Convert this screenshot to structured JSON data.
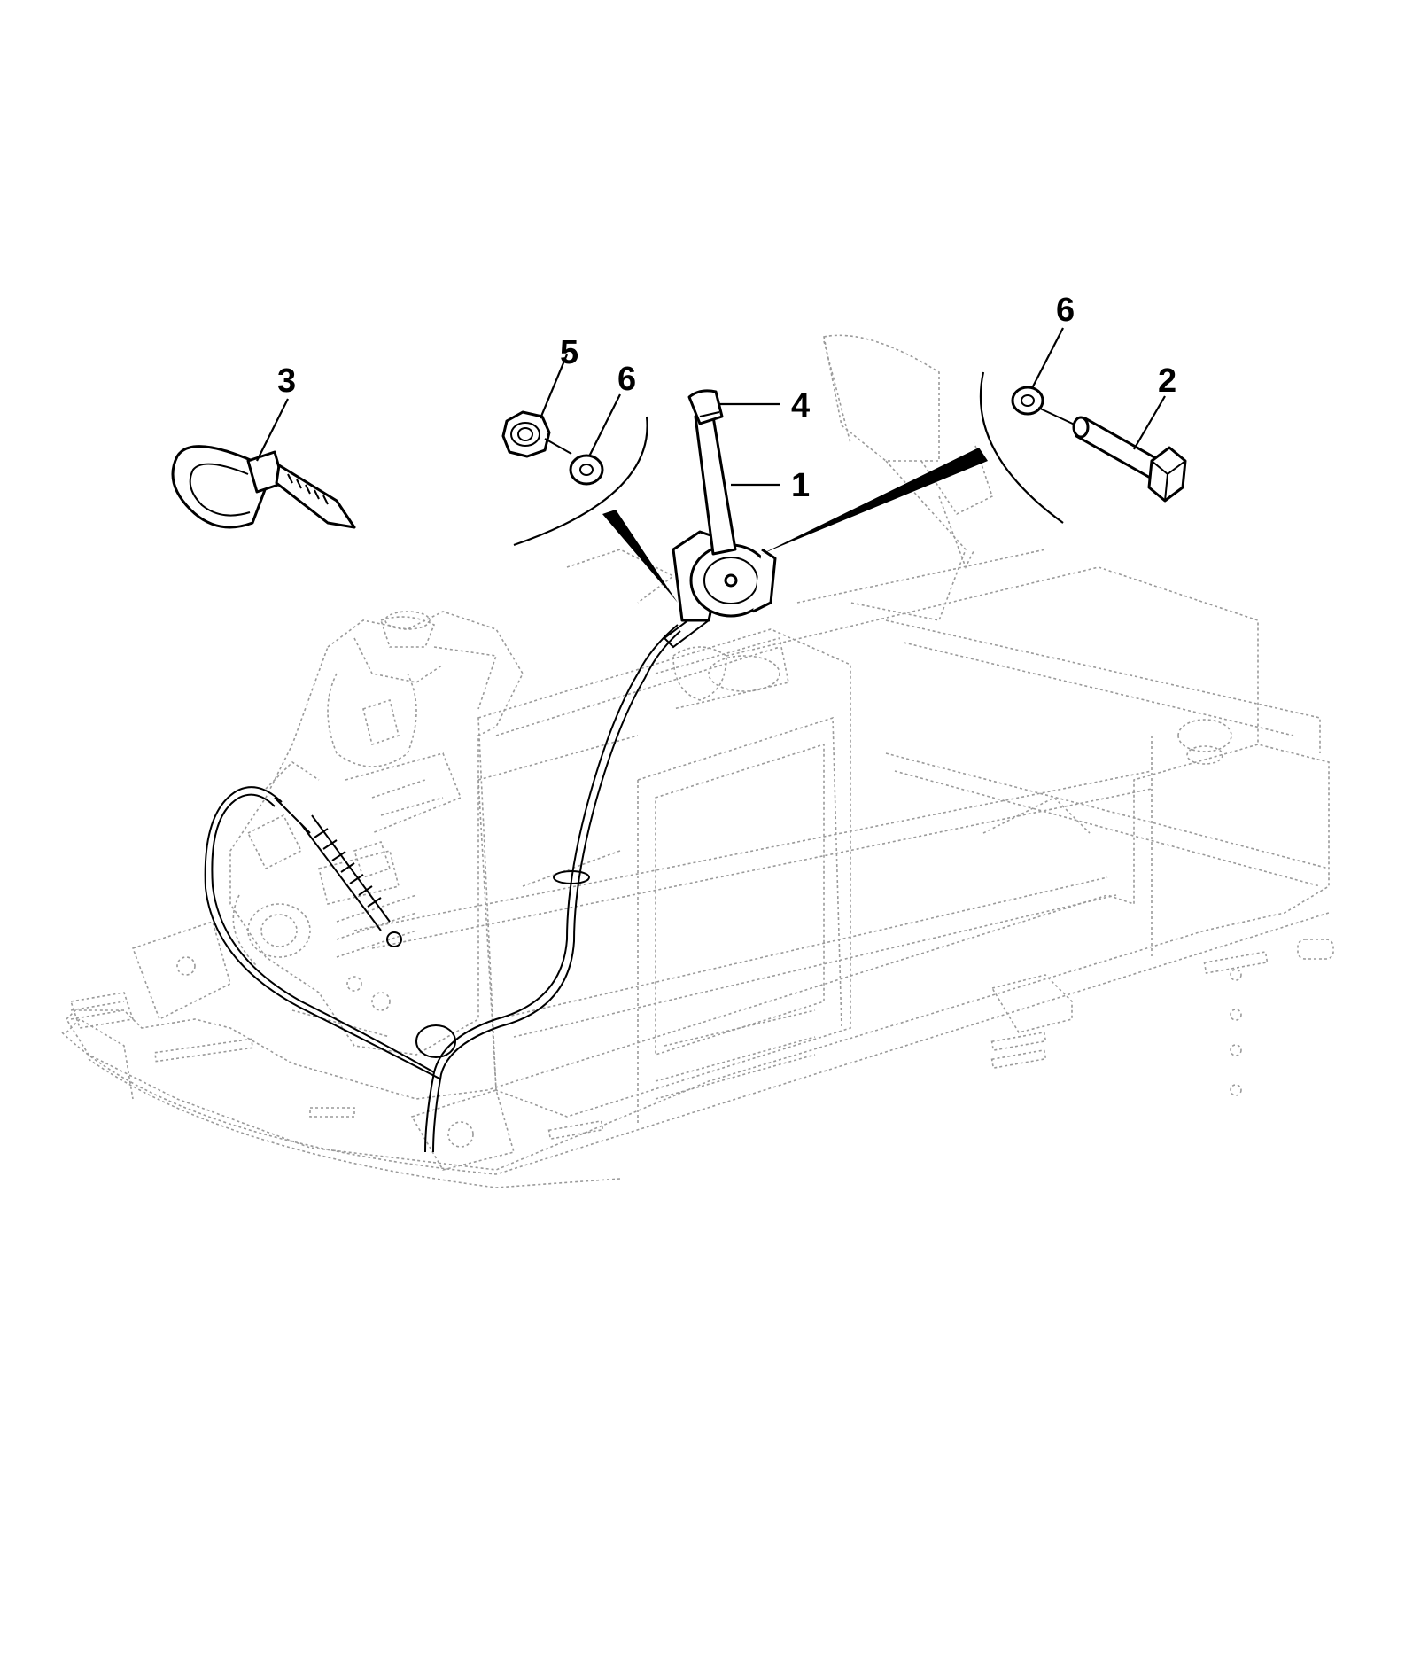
{
  "callouts": [
    {
      "id": "c1",
      "label": "1"
    },
    {
      "id": "c2",
      "label": "2"
    },
    {
      "id": "c3",
      "label": "3"
    },
    {
      "id": "c4",
      "label": "4"
    },
    {
      "id": "c5",
      "label": "5"
    },
    {
      "id": "c6a",
      "label": "6"
    },
    {
      "id": "c6b",
      "label": "6"
    }
  ]
}
